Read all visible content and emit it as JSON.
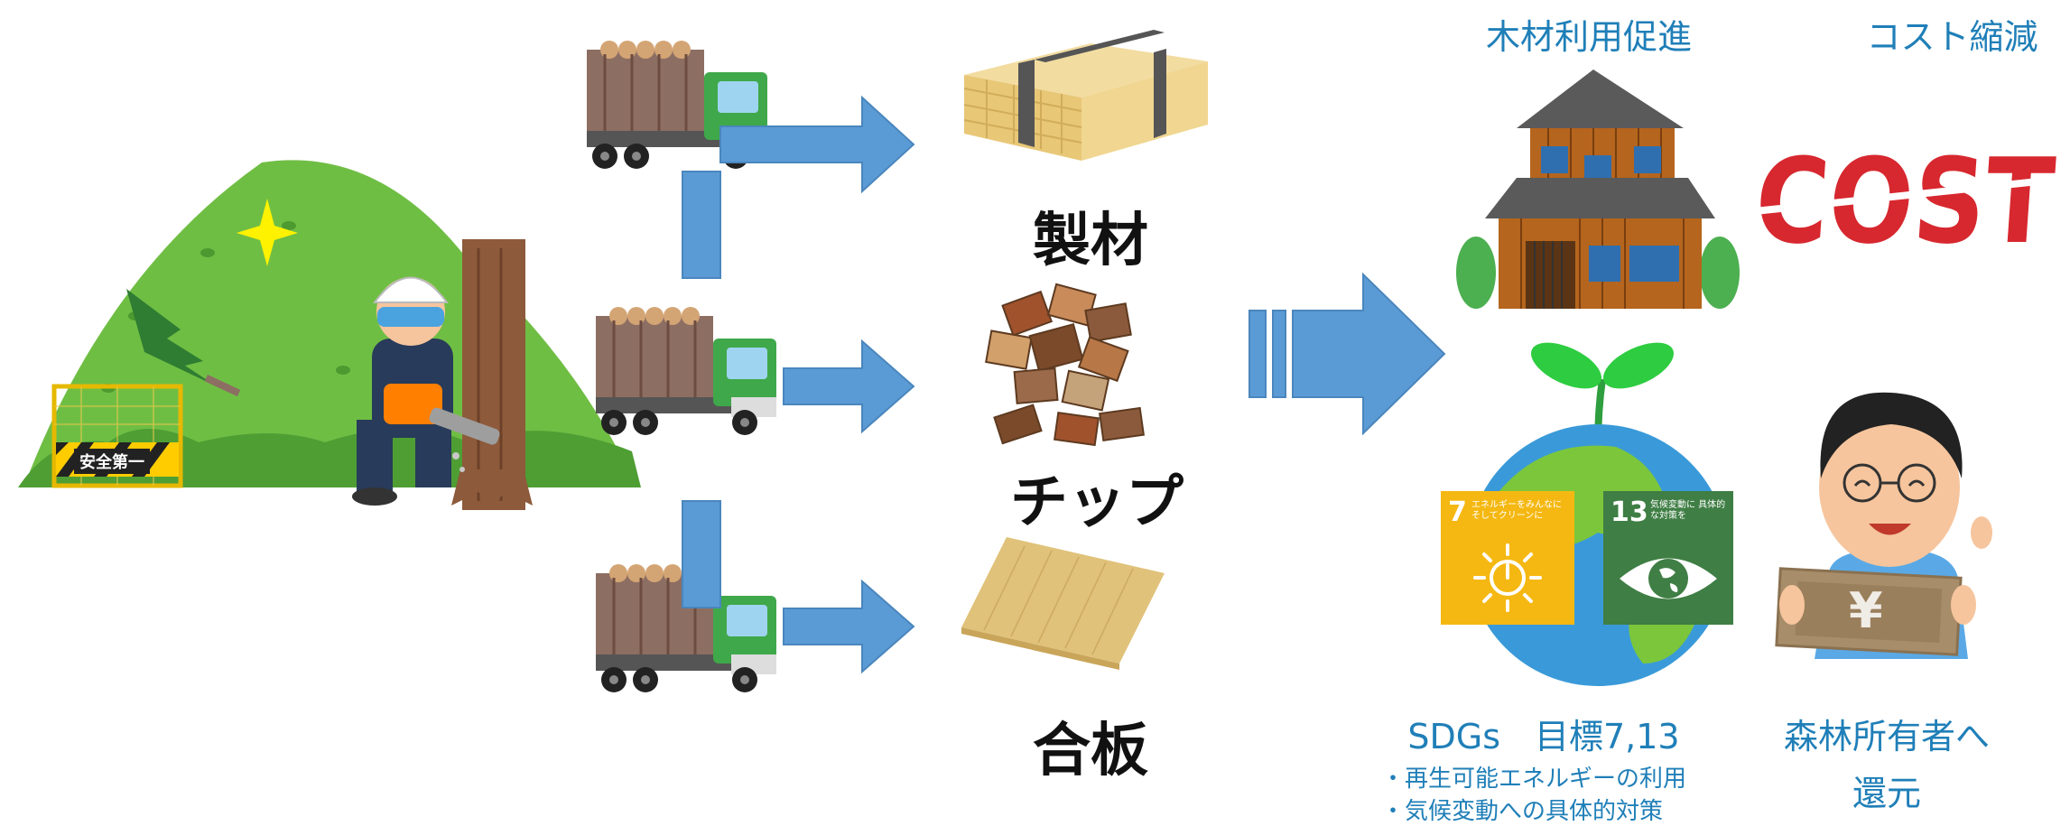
{
  "scene": {
    "sign_text": "安全第一"
  },
  "products": [
    {
      "label": "製材"
    },
    {
      "label": "チップ"
    },
    {
      "label": "合板"
    }
  ],
  "benefits": {
    "wood_use": {
      "title": "木材利用促進"
    },
    "cost": {
      "title": "コスト縮減",
      "logo_text": "COST"
    },
    "sdgs": {
      "title": "SDGs　目標7,13",
      "points": [
        "・再生可能エネルギーの利用",
        "・気候変動への具体的対策"
      ],
      "goal7": {
        "number": "7",
        "text": "エネルギーをみんなに そしてクリーンに",
        "color": "#f5b812"
      },
      "goal13": {
        "number": "13",
        "text": "気候変動に 具体的な対策を",
        "color": "#3f7e44"
      }
    },
    "owner": {
      "title_line1": "森林所有者へ",
      "title_line2": "還元",
      "yen_symbol": "¥"
    }
  },
  "colors": {
    "arrow": "#5b9bd5",
    "truck_cab": "#3fa84a",
    "hill": "#6fbe44",
    "text_blue": "#1f7fb8"
  }
}
